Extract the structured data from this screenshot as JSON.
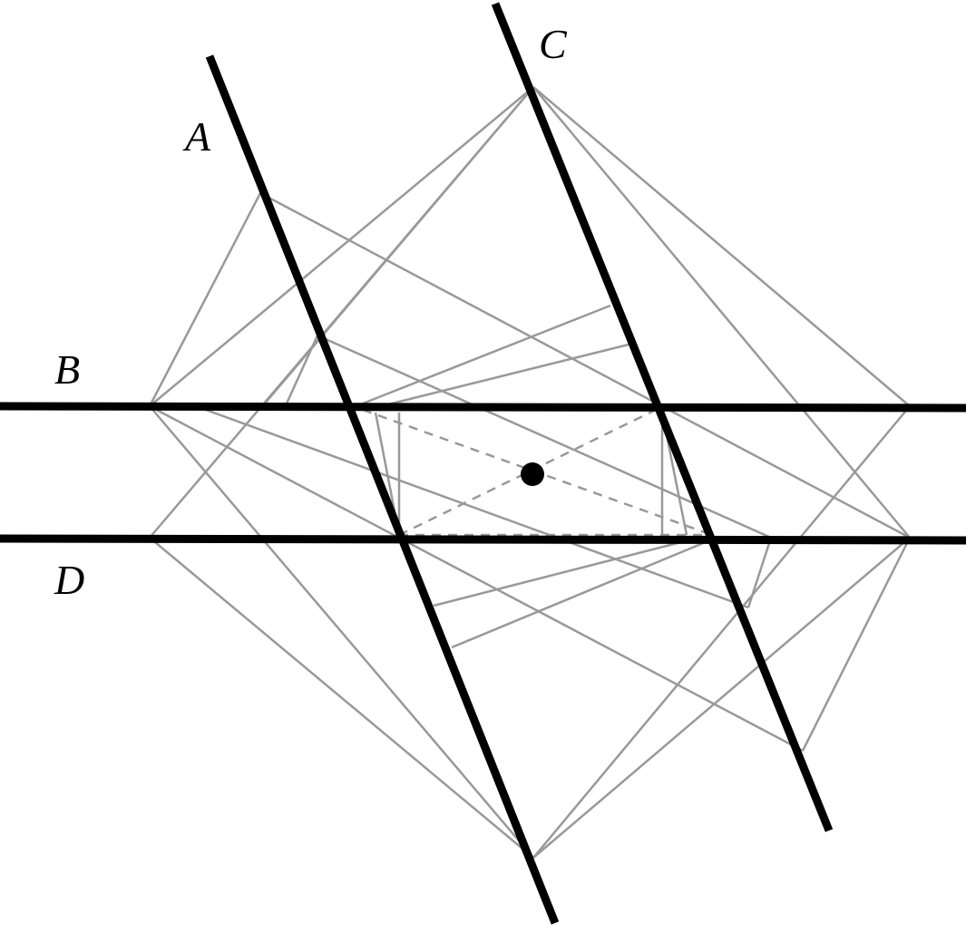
{
  "labels": {
    "A": "A",
    "B": "B",
    "C": "C",
    "D": "D"
  },
  "colors": {
    "main_line": "#000000",
    "construction_line": "#999999",
    "dashed_line": "#999999",
    "center_dot": "#000000",
    "background": "#ffffff"
  }
}
